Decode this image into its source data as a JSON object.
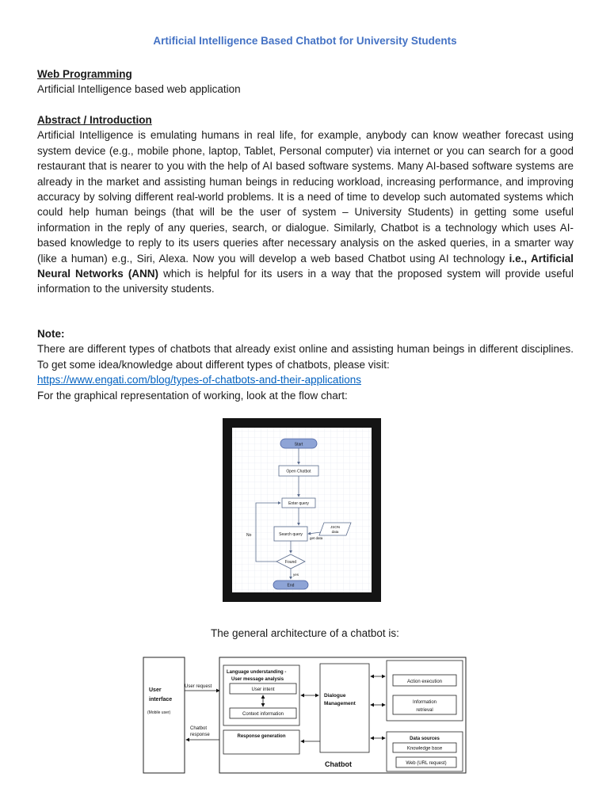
{
  "title": "Artificial Intelligence Based Chatbot for University Students",
  "section1": {
    "heading": "Web Programming",
    "text": "Artificial Intelligence based web application"
  },
  "section2": {
    "heading": "Abstract / Introduction",
    "text_before_bold": "Artificial Intelligence is emulating humans in real life, for example, anybody can know weather forecast using system device (e.g., mobile phone, laptop, Tablet, Personal computer) via internet or you can search for a good restaurant that is nearer to you with the help of AI based software systems. Many AI-based software systems are already in the market and assisting human beings in reducing workload, increasing performance, and improving accuracy by solving different real-world problems. It is a need of time to develop such automated systems which could help human beings (that will be the user of system – University Students) in getting some useful information in the reply of any queries, search, or dialogue. Similarly, Chatbot is a technology which uses AI-based knowledge to reply to its users queries after necessary analysis on the asked queries, in a smarter way (like a human) e.g., Siri, Alexa. Now you will develop a web based Chatbot using AI technology",
    "bold_text": "i.e., Artificial Neural Networks (ANN)",
    "text_after_bold": " which is helpful for its users in a way that the proposed system will provide useful information to the university students."
  },
  "note": {
    "heading": "Note:",
    "text": "There are different types of chatbots that already exist online and assisting human beings in different disciplines. To get some idea/knowledge about different types of chatbots, please visit:",
    "link": "https://www.engati.com/blog/types-of-chatbots-and-their-applications",
    "flow_intro": "For the graphical representation of working, look at the flow chart:"
  },
  "flowchart": {
    "start": "Start",
    "open": "Open Chatbot",
    "enter": "Enter query",
    "search": "Search query",
    "json_line1": "JSON",
    "json_line2": "data",
    "get_data": "get data",
    "no": "No",
    "found": "Found",
    "yes": "yes",
    "end": "End"
  },
  "architecture": {
    "caption": "The general architecture of a chatbot is:",
    "user_interface_line1": "User",
    "user_interface_line2": "interface",
    "mobile_user": "(Mobile user)",
    "user_request": "User request",
    "chatbot_response_line1": "Chatbot",
    "chatbot_response_line2": "response",
    "lu_line1": "Language understanding -",
    "lu_line2": "User message analysis",
    "user_intent": "User intent",
    "context_info": "Context information",
    "response_generation": "Response generation",
    "dm_line1": "Dialogue",
    "dm_line2": "Management",
    "action_execution": "Action execution",
    "info_line1": "Information",
    "info_line2": "retrieval",
    "data_sources": "Data sources",
    "knowledge_base": "Knowledge base",
    "web": "Web (URL request)",
    "chatbot": "Chatbot"
  }
}
